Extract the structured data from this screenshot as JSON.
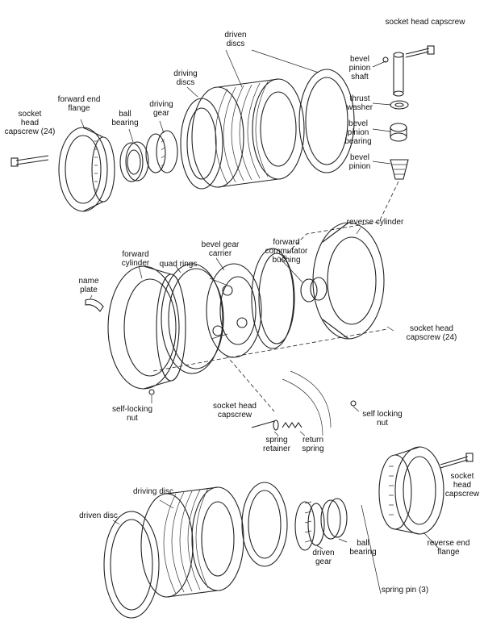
{
  "labels": {
    "socket_head_capscrew_top": "socket head capscrew",
    "driven_discs": "driven\ndiscs",
    "driving_discs": "driving\ndiscs",
    "driving_gear": "driving\ngear",
    "ball_bearing_top": "ball\nbearing",
    "forward_end_flange": "forward end\nflange",
    "socket_head_capscrew_24_left": "socket\nhead\ncapscrew (24)",
    "bevel_pinion_shaft": "bevel\npinion\nshaft",
    "thrust_washer": "thrust\nwasher",
    "bevel_pinion_bearing": "bevel\npinion\nbearing",
    "bevel_pinion": "bevel\npinion",
    "reverse_cylinder": "reverse cylinder",
    "forward_commutator_bushing": "forward\ncommutator\nbushing",
    "bevel_gear_carrier": "bevel gear\ncarrier",
    "quad_rings": "quad rings",
    "forward_cylinder": "forward\ncylinder",
    "name_plate": "name\nplate",
    "socket_head_capscrew_24_right": "socket head\ncapscrew (24)",
    "self_locking_nut_left": "self-locking\nnut",
    "socket_head_capscrew_mid": "socket head\ncapscrew",
    "spring_retainer": "spring\nretainer",
    "return_spring": "return\nspring",
    "self_locking_nut_right": "self locking\nnut",
    "socket_head_capscrew_bottom": "socket\nhead\ncapscrew",
    "driving_disc": "driving disc",
    "driven_disc": "driven disc",
    "reverse_end_flange": "reverse end\nflange",
    "ball_bearing_bottom": "ball\nbearing",
    "driven_gear": "driven\ngear",
    "spring_pin": "spring pin (3)"
  }
}
